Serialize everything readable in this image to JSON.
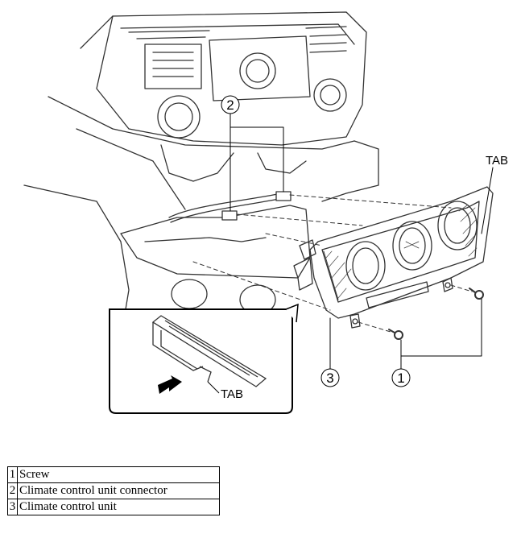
{
  "callouts": {
    "c1": "1",
    "c2": "2",
    "c3": "3",
    "tab_top": "TAB",
    "tab_inset": "TAB"
  },
  "legend": [
    {
      "num": "1",
      "label": "Screw"
    },
    {
      "num": "2",
      "label": "Climate control unit connector"
    },
    {
      "num": "3",
      "label": "Climate control unit"
    }
  ]
}
